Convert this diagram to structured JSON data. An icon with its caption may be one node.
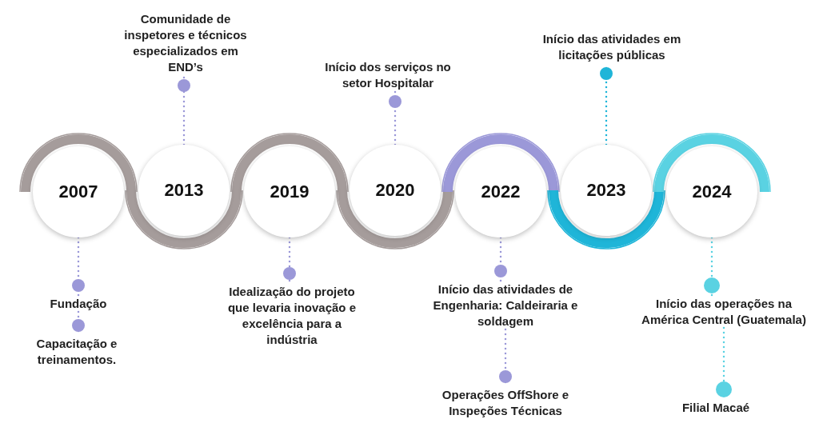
{
  "diagram": {
    "nodes": [
      {
        "text": [
          "2007"
        ]
      },
      {
        "text": [
          "2013"
        ]
      },
      {
        "text": [
          "2019"
        ]
      },
      {
        "text": [
          "2020"
        ]
      },
      {
        "text": [
          "2022"
        ]
      },
      {
        "text": [
          "2023"
        ]
      },
      {
        "text": [
          "2024"
        ]
      },
      {
        "text": [
          "Fundação"
        ]
      },
      {
        "text": [
          "Capacitação e treinamentos."
        ]
      },
      {
        "text": [
          "Comunidade de inspetores e técnicos especializados em END’s"
        ]
      },
      {
        "text": [
          "Idealização do projeto que levaria inovação e excelência para a indústria"
        ]
      },
      {
        "text": [
          "Início dos serviços no setor Hospitalar"
        ]
      },
      {
        "text": [
          "Início das atividades de Engenharia: Caldeiraria e soldagem"
        ]
      },
      {
        "text": [
          "Operações OffShore e Inspeções Técnicas"
        ]
      },
      {
        "text": [
          "Início das atividades em licitações públicas"
        ]
      },
      {
        "text": [
          "Início das operações na América Central (Guatemala)"
        ]
      },
      {
        "text": [
          "Filial Macaé"
        ]
      }
    ],
    "edges": [
      {
        "from": 0,
        "to": 7,
        "arrow": "other",
        "style": "dashed"
      },
      {
        "from": 7,
        "to": 8,
        "arrow": "other",
        "style": "dashed"
      },
      {
        "from": 1,
        "to": 9,
        "arrow": "other",
        "style": "dashed"
      },
      {
        "from": 2,
        "to": 10,
        "arrow": "other",
        "style": "dashed"
      },
      {
        "from": 3,
        "to": 11,
        "arrow": "other",
        "style": "dashed"
      },
      {
        "from": 4,
        "to": 12,
        "arrow": "other",
        "style": "dashed"
      },
      {
        "from": 12,
        "to": 13,
        "arrow": "other",
        "style": "dashed"
      },
      {
        "from": 5,
        "to": 14,
        "arrow": "other",
        "style": "dashed",
        "color": "#1fb5d8"
      },
      {
        "from": 6,
        "to": 15,
        "arrow": "other",
        "style": "dashed",
        "color": "#5ad2e2"
      },
      {
        "from": 15,
        "to": 16,
        "arrow": "other",
        "style": "dashed",
        "color": "#5ad2e2"
      }
    ]
  }
}
